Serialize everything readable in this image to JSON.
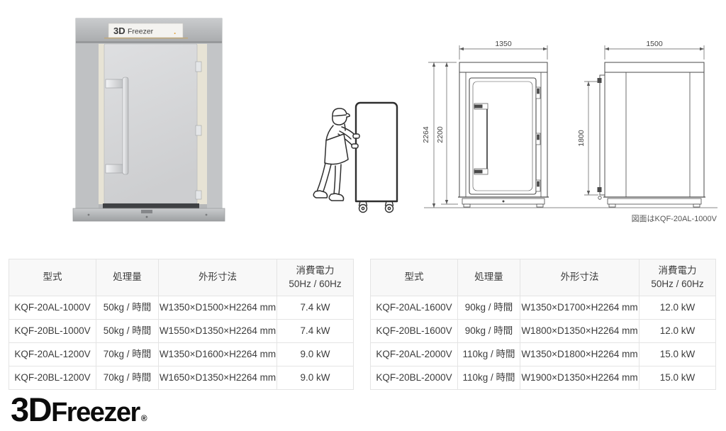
{
  "brand": {
    "prefix": "3D",
    "name": "Freezer",
    "mark": "®"
  },
  "machine_nameplate": {
    "prefix": "3D",
    "name": "Freezer",
    "dot": "."
  },
  "drawing": {
    "front_width": "1350",
    "front_total_height": "2264",
    "front_cabinet_height": "2200",
    "side_width": "1500",
    "side_door_height": "1800",
    "caption": "図面はKQF-20AL-1000V"
  },
  "table_headers": {
    "model": "型式",
    "capacity": "処理量",
    "dimensions": "外形寸法",
    "power_line1": "消費電力",
    "power_line2": "50Hz / 60Hz"
  },
  "left_table_rows": [
    {
      "model": "KQF-20AL-1000V",
      "capacity": "50kg / 時間",
      "dimensions": "W1350×D1500×H2264 mm",
      "power": "7.4 kW"
    },
    {
      "model": "KQF-20BL-1000V",
      "capacity": "50kg / 時間",
      "dimensions": "W1550×D1350×H2264 mm",
      "power": "7.4 kW"
    },
    {
      "model": "KQF-20AL-1200V",
      "capacity": "70kg / 時間",
      "dimensions": "W1350×D1600×H2264 mm",
      "power": "9.0 kW"
    },
    {
      "model": "KQF-20BL-1200V",
      "capacity": "70kg / 時間",
      "dimensions": "W1650×D1350×H2264 mm",
      "power": "9.0 kW"
    }
  ],
  "right_table_rows": [
    {
      "model": "KQF-20AL-1600V",
      "capacity": "90kg / 時間",
      "dimensions": "W1350×D1700×H2264 mm",
      "power": "12.0 kW"
    },
    {
      "model": "KQF-20BL-1600V",
      "capacity": "90kg / 時間",
      "dimensions": "W1800×D1350×H2264 mm",
      "power": "12.0 kW"
    },
    {
      "model": "KQF-20AL-2000V",
      "capacity": "110kg / 時間",
      "dimensions": "W1350×D1800×H2264 mm",
      "power": "15.0 kW"
    },
    {
      "model": "KQF-20BL-2000V",
      "capacity": "110kg / 時間",
      "dimensions": "W1900×D1350×H2264 mm",
      "power": "15.0 kW"
    }
  ],
  "colors": {
    "accent_orange": "#e2a23c",
    "drawing_line": "#4a4a4a",
    "table_border": "#e4e4e4",
    "table_header_bg": "#f8f8f8",
    "text": "#3c3c3c"
  }
}
